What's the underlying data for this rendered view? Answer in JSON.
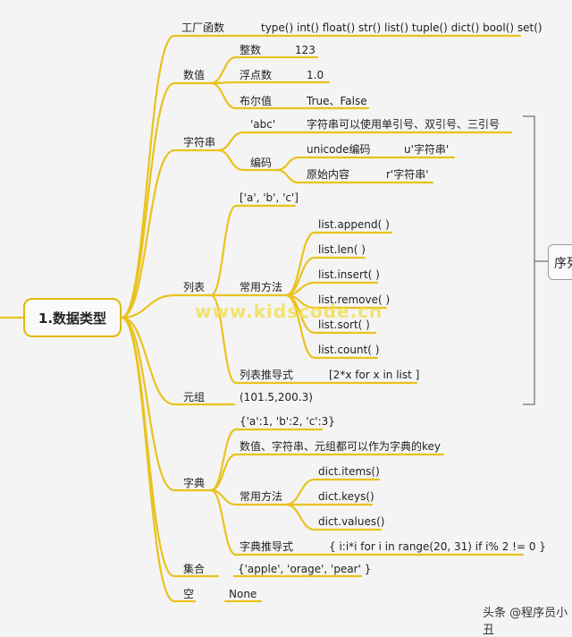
{
  "root": "1.数据类型",
  "sequence_label": "序列",
  "watermark": "www.kidscode.cn",
  "credit": "头条 @程序员小丑",
  "categories": {
    "factory": {
      "label": "工厂函数",
      "value": "type() int() float() str() list() tuple() dict() bool() set()"
    },
    "number": {
      "label": "数值",
      "items": [
        {
          "name": "整数",
          "value": "123"
        },
        {
          "name": "浮点数",
          "value": "1.0"
        },
        {
          "name": "布尔值",
          "value": "True、False"
        }
      ]
    },
    "string": {
      "label": "字符串",
      "quote_example": "'abc'",
      "quote_desc": "字符串可以使用单引号、双引号、三引号",
      "encoding_label": "编码",
      "encodings": [
        {
          "name": "unicode编码",
          "value": "u'字符串'"
        },
        {
          "name": "原始内容",
          "value": "r'字符串'"
        }
      ]
    },
    "list": {
      "label": "列表",
      "example": "['a', 'b', 'c']",
      "methods_label": "常用方法",
      "methods": [
        "list.append( )",
        "list.len( )",
        "list.insert( )",
        "list.remove( )",
        "list.sort( )",
        "list.count( )"
      ],
      "comprehension_label": "列表推导式",
      "comprehension": "[2*x for x in list ]"
    },
    "tuple": {
      "label": "元组",
      "value": "(101.5,200.3)"
    },
    "dict": {
      "label": "字典",
      "example": "{'a':1, 'b':2, 'c':3}",
      "note": "数值、字符串、元组都可以作为字典的key",
      "methods_label": "常用方法",
      "methods": [
        "dict.items()",
        "dict.keys()",
        "dict.values()"
      ],
      "comprehension_label": "字典推导式",
      "comprehension": "{ i:i*i for i in range(20, 31) if i% 2 != 0 }"
    },
    "set": {
      "label": "集合",
      "value": "{'apple', 'orage', 'pear' }"
    },
    "none": {
      "label": "空",
      "value": "None"
    }
  },
  "colors": {
    "branch": "#e9c21c",
    "root_border": "#e2b900",
    "bracket": "#888888",
    "watermark": "#f3e05a"
  }
}
